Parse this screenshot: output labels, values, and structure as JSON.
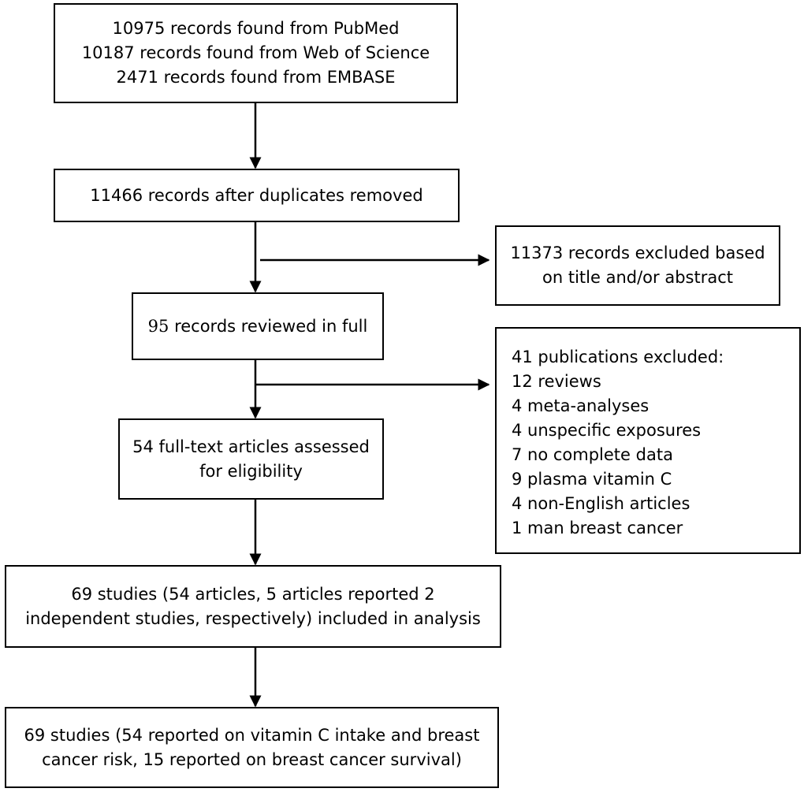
{
  "boxes": {
    "search": {
      "lines": [
        "10975 records found from PubMed",
        "10187 records found from Web of Science",
        "2471 records found from EMBASE"
      ]
    },
    "dedup": {
      "lines": [
        "11466 records after duplicates removed"
      ]
    },
    "excluded_title": {
      "lines": [
        "11373 records excluded based",
        "on title and/or abstract"
      ]
    },
    "full_review": {
      "number": "95",
      "text": " records reviewed in full"
    },
    "excluded_pubs": {
      "lines": [
        "41 publications excluded:",
        "12 reviews",
        "4 meta-analyses",
        "4 unspecific exposures",
        "7 no complete data",
        "9 plasma vitamin C",
        "4 non-English articles",
        "1 man breast cancer"
      ]
    },
    "eligibility": {
      "lines": [
        "54 full-text articles assessed",
        "for eligibility"
      ]
    },
    "included": {
      "lines": [
        "69 studies (54 articles, 5 articles reported 2",
        "independent studies, respectively) included in analysis"
      ]
    },
    "final": {
      "lines": [
        "69 studies (54 reported on vitamin C intake and breast",
        "cancer risk, 15 reported on breast cancer survival)"
      ]
    }
  }
}
